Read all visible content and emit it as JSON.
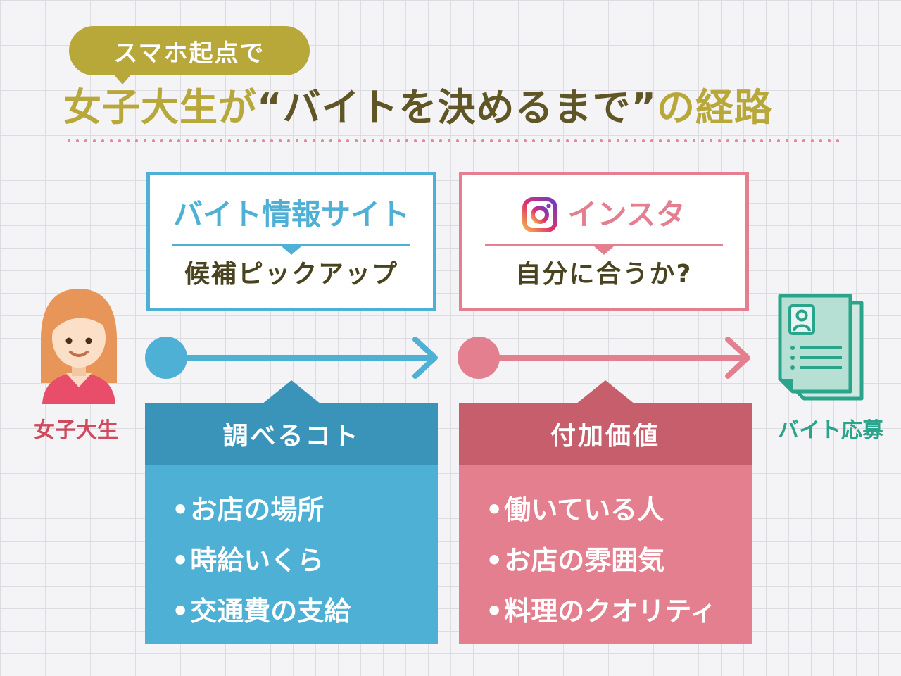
{
  "header": {
    "subtitle": "スマホ起点で",
    "title_part1": "女子大生が",
    "title_part2": "“バイトを決めるまで”",
    "title_part3": "の経路"
  },
  "person": {
    "label": "女子大生",
    "icon": "female-student-avatar-icon"
  },
  "stage1": {
    "title": "バイト情報サイト",
    "subtitle": "候補ピックアップ",
    "panel_header": "調べるコト",
    "items": [
      "お店の場所",
      "時給いくら",
      "交通費の支給"
    ]
  },
  "stage2": {
    "title": "インスタ",
    "title_icon": "instagram-icon",
    "subtitle": "自分に合うか?",
    "panel_header": "付加価値",
    "items": [
      "働いている人",
      "お店の雰囲気",
      "料理のクオリティ"
    ]
  },
  "goal": {
    "label": "バイト応募",
    "icon": "resume-document-icon"
  },
  "colors": {
    "olive": "#b8a83a",
    "blue": "#4fb0d6",
    "blue_dark": "#3a93b9",
    "pink": "#e37f8f",
    "pink_dark": "#c75e6c",
    "green": "#2aa48a"
  }
}
